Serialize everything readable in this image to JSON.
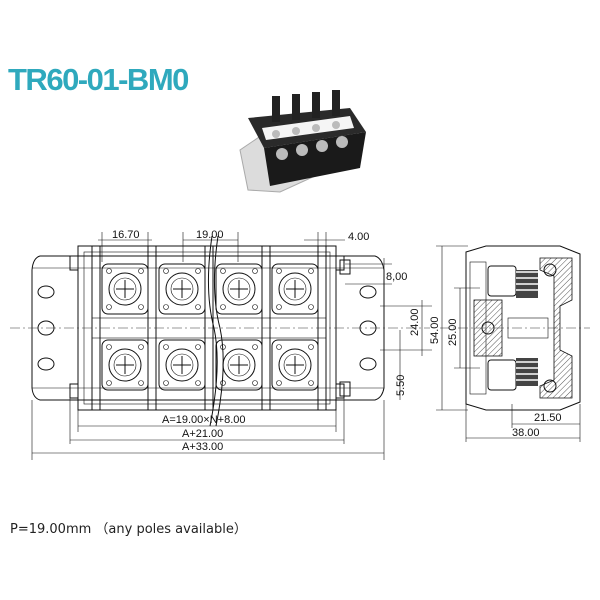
{
  "title": "TR60-01-BM0",
  "footnote": "P=19.00mm （any poles available）",
  "dimensions": {
    "pitch_left": "16.70",
    "pitch": "19.00",
    "edge": "4.00",
    "side_8": "8,00",
    "height_24": "24.00",
    "height_5_50": "5.50",
    "length_a": "A=19.00×N+8.00",
    "length_a21": "A+21.00",
    "length_a33": "A+33.00",
    "side_54": "54.00",
    "side_25": "25.00",
    "side_21_50": "21.50",
    "side_38": "38.00"
  },
  "colors": {
    "title": "#2fa9bd",
    "line": "#111111",
    "hatch": "#555555"
  }
}
